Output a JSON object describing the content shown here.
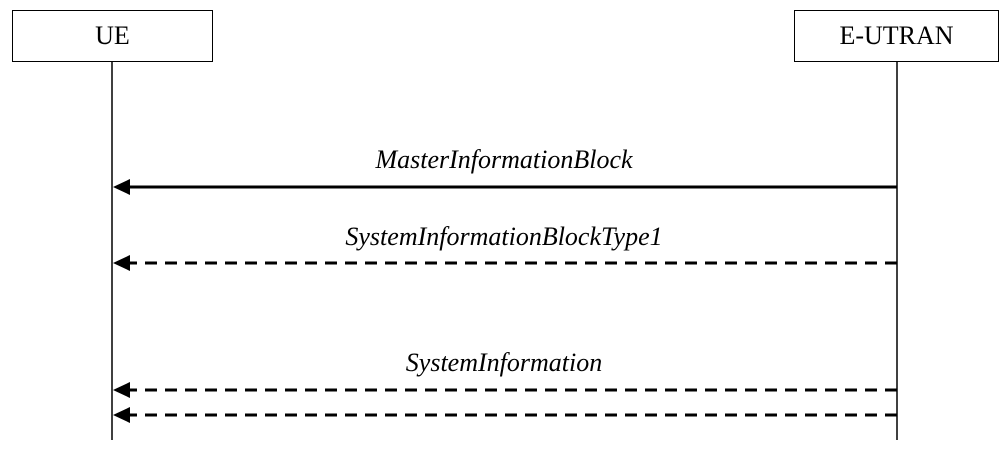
{
  "entities": {
    "left": "UE",
    "right": "E-UTRAN"
  },
  "messages": [
    {
      "label": "MasterInformationBlock",
      "style": "solid",
      "direction": "right-to-left"
    },
    {
      "label": "SystemInformationBlockType1",
      "style": "dashed",
      "direction": "right-to-left"
    },
    {
      "label": "SystemInformation",
      "style": "dashed",
      "direction": "right-to-left"
    },
    {
      "label": "",
      "style": "dashed",
      "direction": "right-to-left"
    }
  ]
}
